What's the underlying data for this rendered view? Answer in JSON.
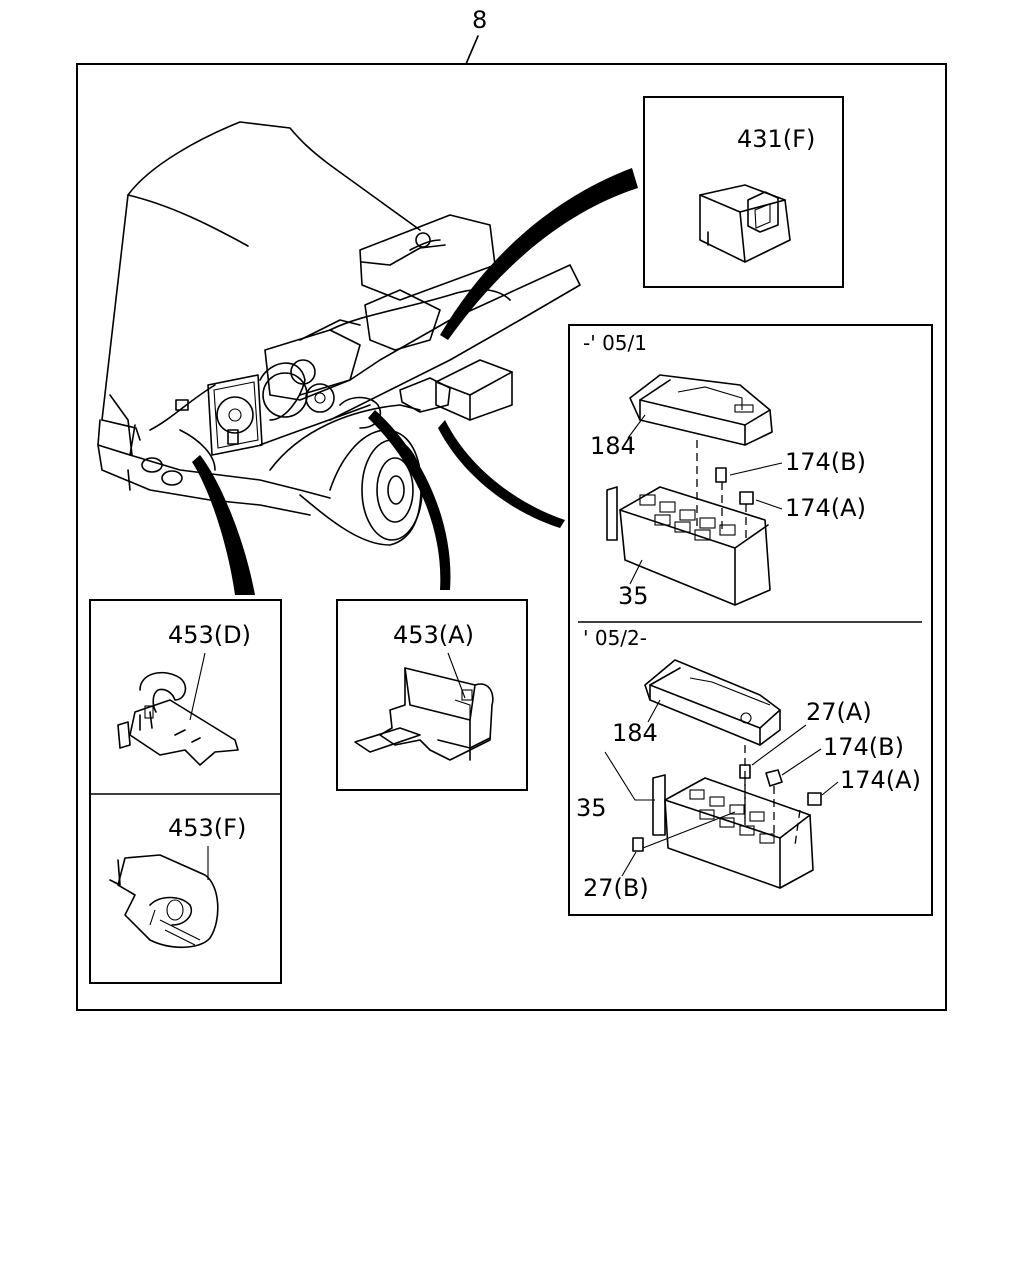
{
  "figure_ref": "8",
  "labels": {
    "l431F": "431(F)",
    "period1": "-' 05/1",
    "period2": "' 05/2-",
    "p1_184": "184",
    "p1_174B": "174(B)",
    "p1_174A": "174(A)",
    "p1_35": "35",
    "p2_27A": "27(A)",
    "p2_184": "184",
    "p2_174B": "174(B)",
    "p2_174A": "174(A)",
    "p2_35": "35",
    "p2_27B": "27(B)",
    "l453D": "453(D)",
    "l453A": "453(A)",
    "l453F": "453(F)"
  }
}
